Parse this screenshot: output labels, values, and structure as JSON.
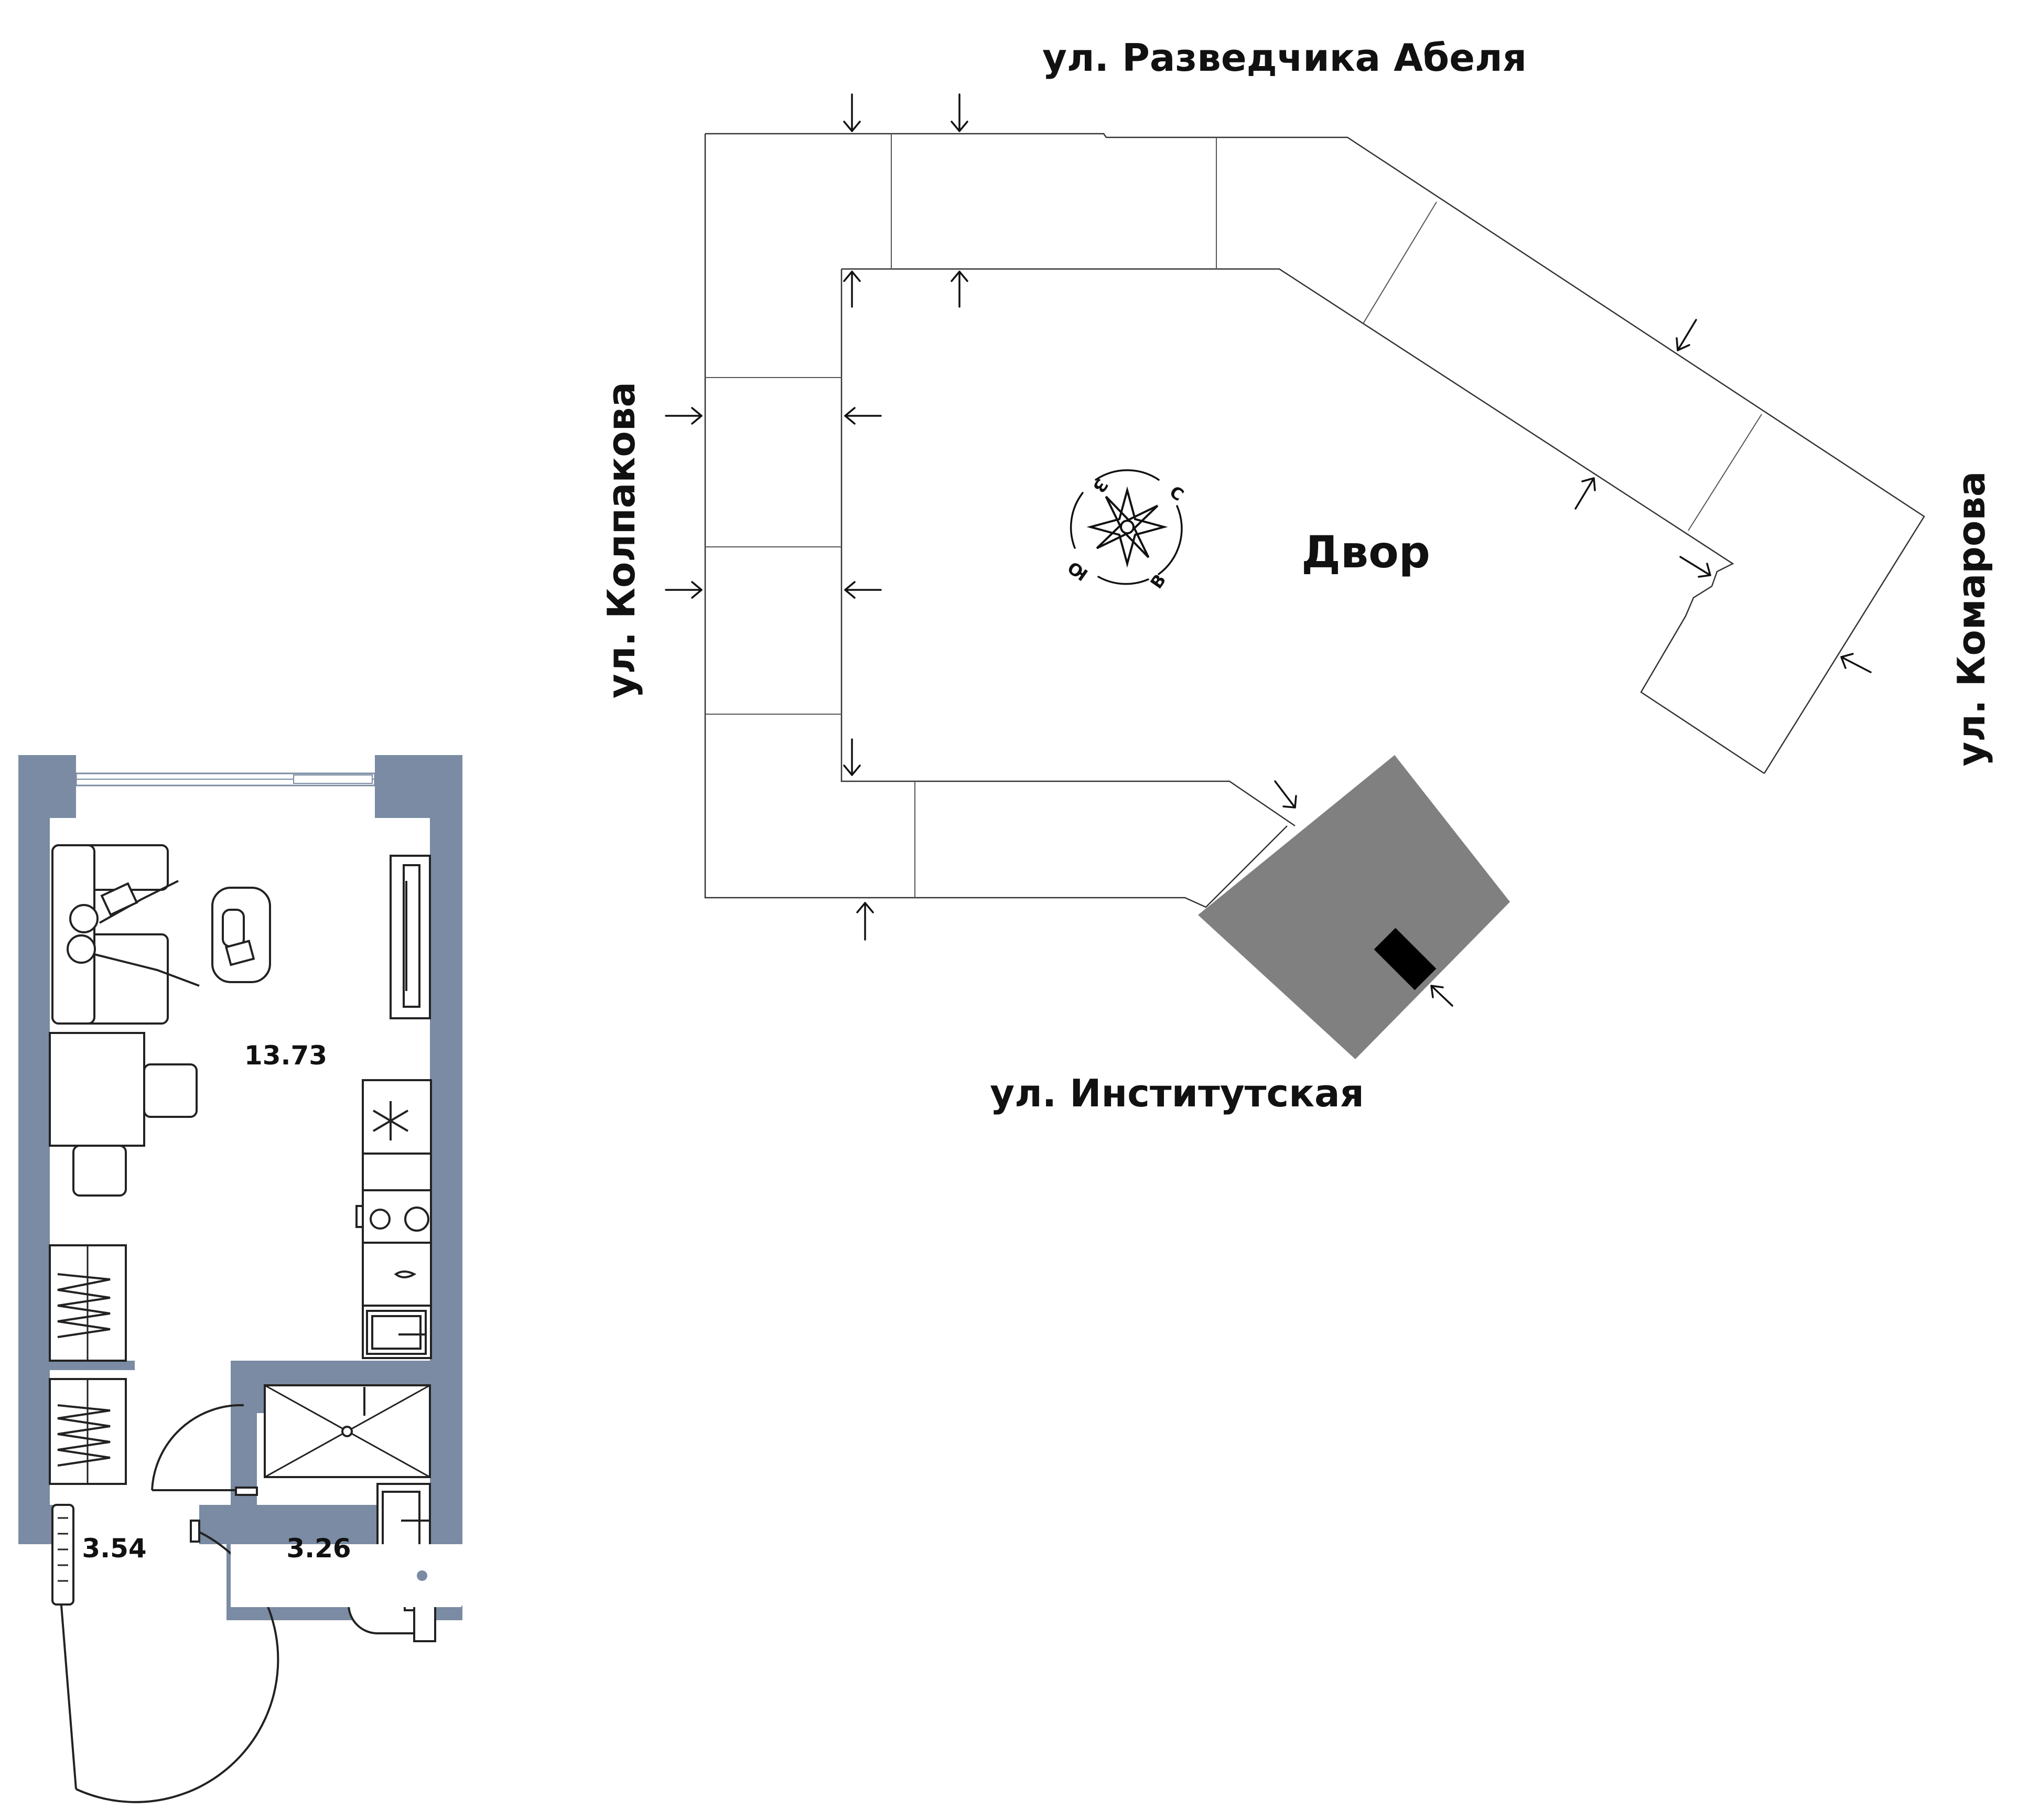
{
  "streets": {
    "north": "ул. Разведчика Абеля",
    "west": "ул. Колпакова",
    "east": "ул. Комарова",
    "south": "ул. Институтская"
  },
  "yard_label": "Двор",
  "compass": {
    "north": "С",
    "east": "В",
    "south": "Ю",
    "west": "З"
  },
  "rooms": [
    {
      "area": "13.73"
    },
    {
      "area": "3.54"
    },
    {
      "area": "3.26"
    }
  ],
  "colors": {
    "wall": "#7a8ba3",
    "highlight_section": "#808080",
    "entrance_marker": "#000000"
  },
  "icons": {
    "fridge": "snowflake-icon",
    "compass": "compass-rose-icon",
    "entrance": "arrow-icon"
  }
}
